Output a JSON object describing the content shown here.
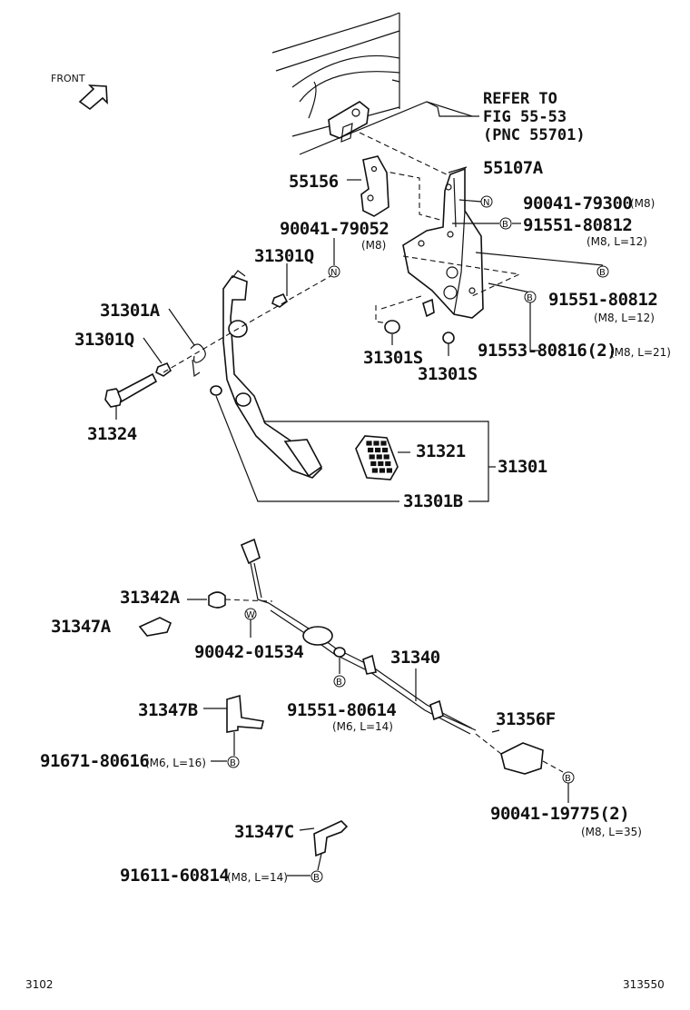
{
  "orientation": {
    "front_label": "FRONT"
  },
  "reference": {
    "line1": "REFER TO",
    "line2": "FIG 55-53",
    "line3": "(PNC 55701)"
  },
  "callouts": {
    "p55107A": "55107A",
    "p55156": "55156",
    "p90041_79300": "90041-79300",
    "p90041_79300_spec": "(M8)",
    "p90041_79052": "90041-79052",
    "p90041_79052_spec": "(M8)",
    "p91551_80812_a": "91551-80812",
    "p91551_80812_a_spec": "(M8, L=12)",
    "p91551_80812_b": "91551-80812",
    "p91551_80812_b_spec": "(M8, L=12)",
    "p91553_80816": "91553-80816(2)",
    "p91553_80816_spec": "(M8, L=21)",
    "p31301Q_top": "31301Q",
    "p31301A": "31301A",
    "p31301Q_left": "31301Q",
    "p31324": "31324",
    "p31301S_a": "31301S",
    "p31301S_b": "31301S",
    "p31321": "31321",
    "p31301": "31301",
    "p31301B": "31301B",
    "p31342A": "31342A",
    "p31347A": "31347A",
    "p90042_01534": "90042-01534",
    "p31340": "31340",
    "p91551_80614": "91551-80614",
    "p91551_80614_spec": "(M6, L=14)",
    "p31347B": "31347B",
    "p31356F": "31356F",
    "p91671_80616": "91671-80616",
    "p91671_80616_spec": "(M6, L=16)",
    "p90041_19775": "90041-19775(2)",
    "p90041_19775_spec": "(M8, L=35)",
    "p31347C": "31347C",
    "p91611_60814": "91611-60814",
    "p91611_60814_spec": "(M8, L=14)"
  },
  "circle_codes": {
    "nut": "N",
    "bolt": "B",
    "washer": "W"
  },
  "footer": {
    "page_code": "3102",
    "figure_number": "313550"
  }
}
